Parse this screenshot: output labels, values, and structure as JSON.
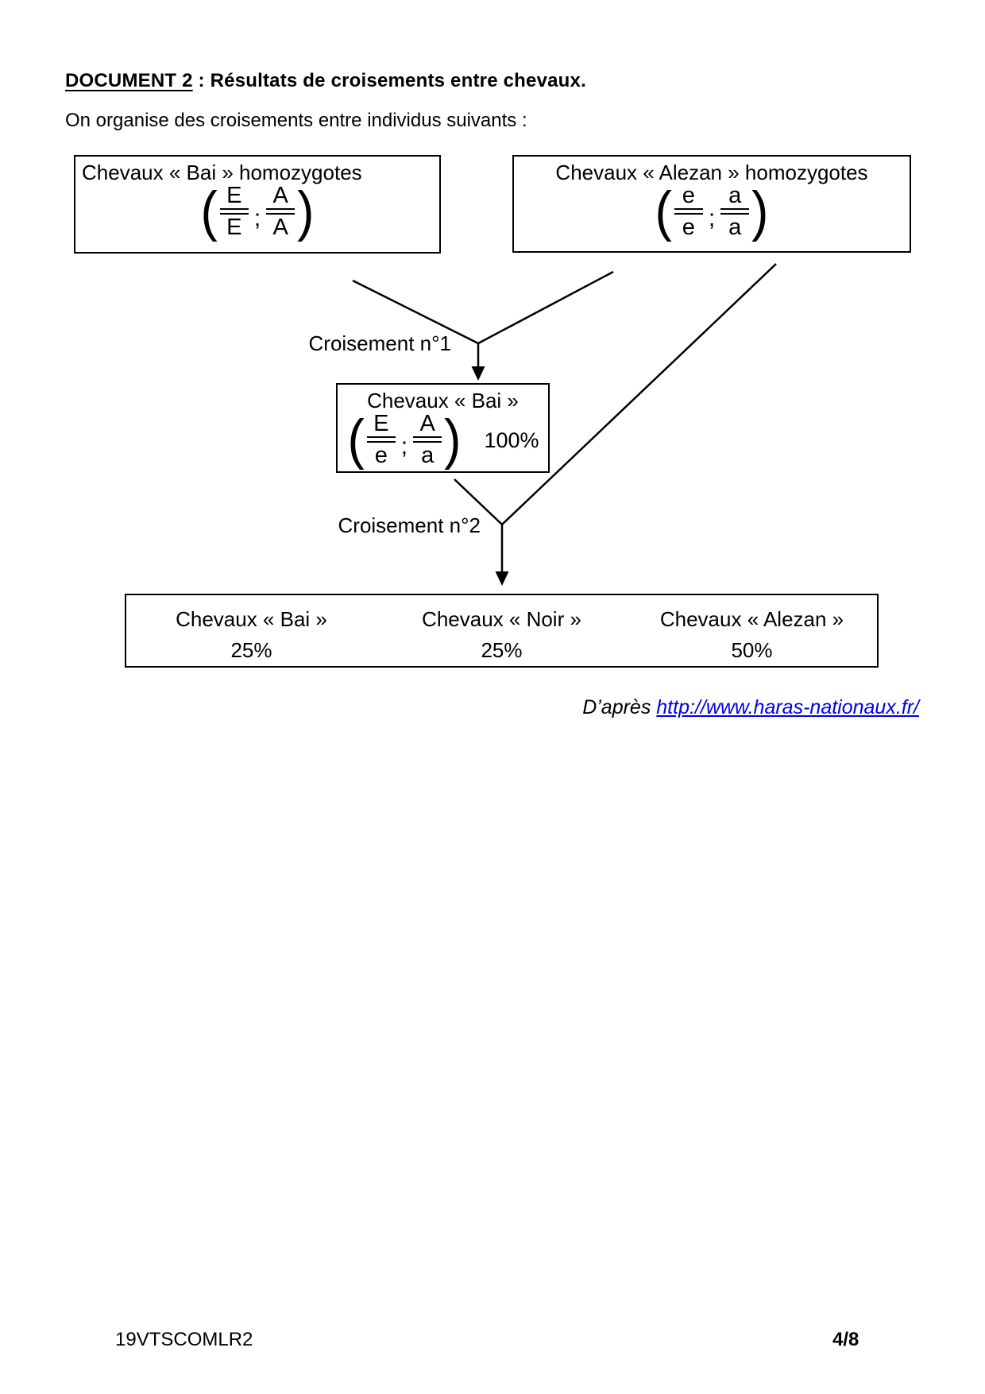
{
  "header": {
    "doc_label": "DOCUMENT 2",
    "separator": " : ",
    "title": "Résultats de croisements entre chevaux."
  },
  "intro": "On organise des croisements entre individus suivants :",
  "symbols": {
    "open_paren": "(",
    "close_paren": ")",
    "separator": ";"
  },
  "boxes": {
    "bai_homo": {
      "title": "Chevaux « Bai » homozygotes",
      "genotype": [
        {
          "top": "E",
          "bottom": "E"
        },
        {
          "top": "A",
          "bottom": "A"
        }
      ]
    },
    "alezan_homo": {
      "title": "Chevaux « Alezan » homozygotes",
      "genotype": [
        {
          "top": "e",
          "bottom": "e"
        },
        {
          "top": "a",
          "bottom": "a"
        }
      ]
    },
    "f1": {
      "title": "Chevaux « Bai »",
      "genotype": [
        {
          "top": "E",
          "bottom": "e"
        },
        {
          "top": "A",
          "bottom": "a"
        }
      ],
      "percentage": "100%"
    },
    "results": [
      {
        "name": "Chevaux « Bai »",
        "percentage": "25%"
      },
      {
        "name": "Chevaux « Noir »",
        "percentage": "25%"
      },
      {
        "name": "Chevaux « Alezan »",
        "percentage": "50%"
      }
    ]
  },
  "labels": {
    "croisement1": "Croisement n°1",
    "croisement2": "Croisement n°2"
  },
  "source": {
    "prefix": "D’après ",
    "link_text": "http://www.haras-nationaux.fr/",
    "link_color": "#0000EE"
  },
  "footer": {
    "doc_code": "19VTSCOMLR2",
    "page_number": "4/8"
  },
  "colors": {
    "text": "#000000",
    "border": "#000000",
    "background": "#ffffff"
  }
}
